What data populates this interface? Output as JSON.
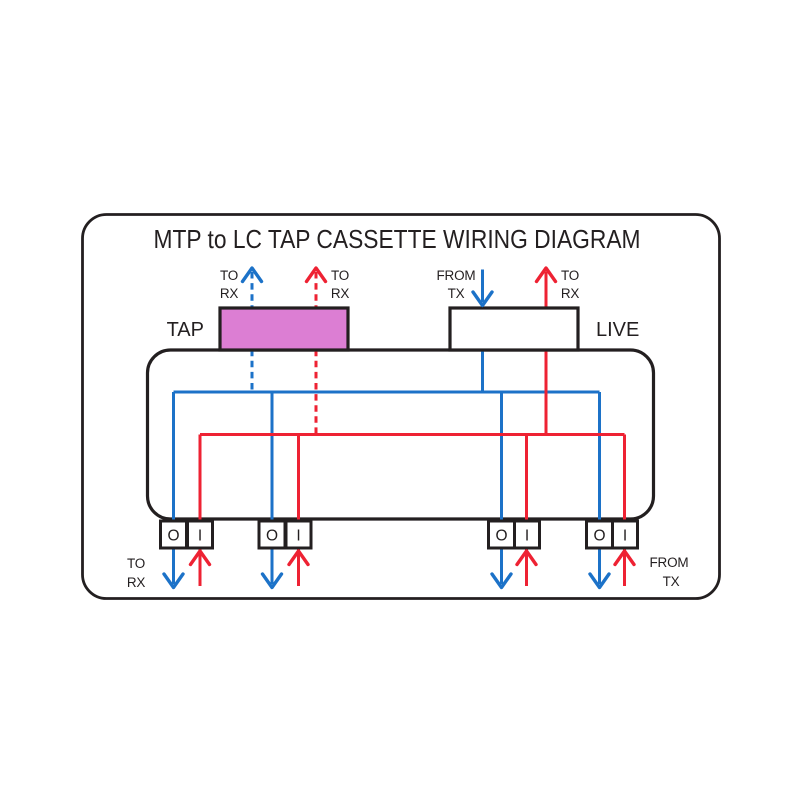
{
  "title": "MTP to LC TAP CASSETTE WIRING DIAGRAM",
  "colors": {
    "blue": "#1C72C8",
    "red": "#EE2233",
    "magenta": "#DC7ED3",
    "ink": "#231F20"
  },
  "modules": {
    "tap": {
      "label": "TAP",
      "left_arrow_label": {
        "line1": "TO",
        "line2": "RX"
      },
      "right_arrow_label": {
        "line1": "TO",
        "line2": "RX"
      }
    },
    "live": {
      "label": "LIVE",
      "left_arrow_label": {
        "line1": "FROM",
        "line2": "TX"
      },
      "right_arrow_label": {
        "line1": "TO",
        "line2": "RX"
      }
    }
  },
  "ports": [
    {
      "out": "O",
      "in": "I"
    },
    {
      "out": "O",
      "in": "I"
    },
    {
      "out": "O",
      "in": "I"
    },
    {
      "out": "O",
      "in": "I"
    }
  ],
  "bottom_labels": {
    "left": {
      "line1": "TO",
      "line2": "RX"
    },
    "right": {
      "line1": "FROM",
      "line2": "TX"
    }
  }
}
